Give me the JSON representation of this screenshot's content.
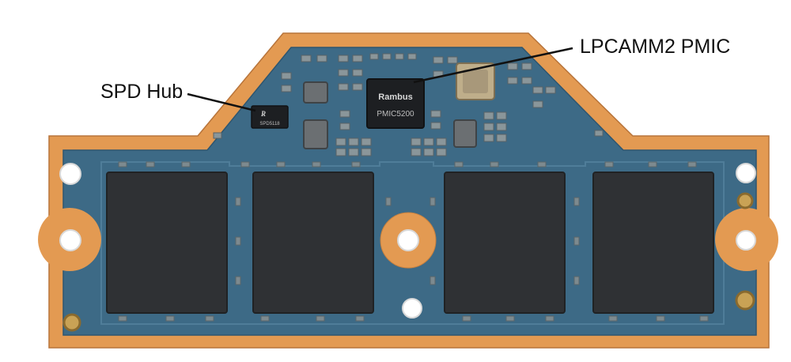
{
  "labels": {
    "spd_hub": "SPD Hub",
    "pmic": "LPCAMM2 PMIC"
  },
  "chips": {
    "pmic_brand": "Rambus",
    "pmic_part": "PMIC5200",
    "spd_mark": "R",
    "spd_part": "SPD5118"
  },
  "colors": {
    "frame": "#e39a52",
    "board": "#3d6a86",
    "memory": "#2f3134",
    "chip": "#1d1f22",
    "pad": "#c9a255",
    "label": "#111111"
  }
}
